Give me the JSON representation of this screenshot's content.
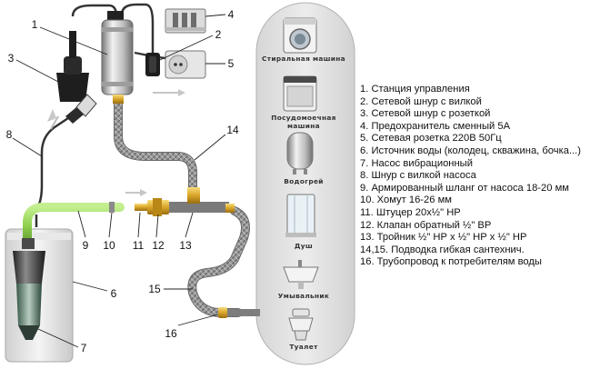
{
  "callouts": [
    {
      "id": "c1",
      "text": "1"
    },
    {
      "id": "c2",
      "text": "2"
    },
    {
      "id": "c3",
      "text": "3"
    },
    {
      "id": "c4",
      "text": "4"
    },
    {
      "id": "c5",
      "text": "5"
    },
    {
      "id": "c6",
      "text": "6"
    },
    {
      "id": "c7",
      "text": "7"
    },
    {
      "id": "c8",
      "text": "8"
    },
    {
      "id": "c9",
      "text": "9"
    },
    {
      "id": "c10",
      "text": "10"
    },
    {
      "id": "c11",
      "text": "11"
    },
    {
      "id": "c12",
      "text": "12"
    },
    {
      "id": "c13",
      "text": "13"
    },
    {
      "id": "c14",
      "text": "14"
    },
    {
      "id": "c15",
      "text": "15"
    },
    {
      "id": "c16",
      "text": "16"
    }
  ],
  "appliances": [
    {
      "id": "washer",
      "label": "Стиральная машина"
    },
    {
      "id": "dishwasher",
      "label": "Посудомоечная машина"
    },
    {
      "id": "heater",
      "label": "Водогрей"
    },
    {
      "id": "shower",
      "label": "Душ"
    },
    {
      "id": "sink",
      "label": "Умывальник"
    },
    {
      "id": "toilet",
      "label": "Туалет"
    }
  ],
  "legend": [
    "1. Станция управления",
    "2. Сетевой шнур с вилкой",
    "3. Сетевой шнур с розеткой",
    "4. Предохранитель сменный 5А",
    "5. Сетевая розетка 220В 50Гц",
    "6. Источник воды (колодец, скважина, бочка...)",
    "7. Насос вибрационный",
    "8. Шнур с вилкой насоса",
    "9. Армированный шланг от насоса 18-20 мм",
    "10. Хомут 16-26 мм",
    "11. Штуцер 20х½\" НР",
    "12. Клапан обратный ½\" ВР",
    "13. Тройник ½\" НР х ½\" НР х ½\" НР",
    "14,15. Подводка гибкая сантехнич.",
    "16. Трубопровод к потребителям воды"
  ],
  "colors": {
    "hose": "#8d8d8d",
    "pipe_green": "#8fd14f",
    "brass": "#d8a528",
    "panel": "#e4e4e4",
    "cable": "#333333"
  }
}
